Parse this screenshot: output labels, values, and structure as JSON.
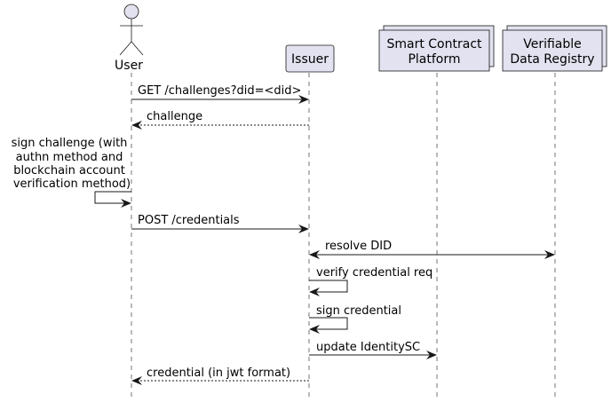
{
  "participants": {
    "user": "User",
    "issuer": "Issuer",
    "platform_line1": "Smart Contract",
    "platform_line2": "Platform",
    "registry_line1": "Verifiable",
    "registry_line2": "Data Registry"
  },
  "messages": {
    "get_challenges": "GET /challenges?did=<did>",
    "challenge": "challenge",
    "sign_line1": "sign challenge (with",
    "sign_line2": "authn method and",
    "sign_line3": "blockchain account",
    "sign_line4": "verification method)",
    "post_credentials": "POST /credentials",
    "resolve_did": "resolve DID",
    "verify_req": "verify credential req",
    "sign_credential": "sign credential",
    "update_identity": "update IdentitySC",
    "credential_jwt": "credential (in jwt format)"
  }
}
